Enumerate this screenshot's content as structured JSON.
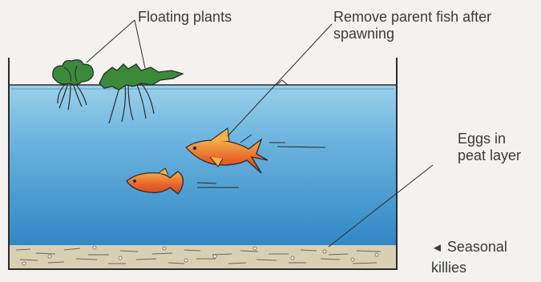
{
  "labels": {
    "floating_plants": "Floating plants",
    "remove_parent_line1": "Remove parent fish after",
    "remove_parent_line2": "spawning",
    "eggs_line1": "Eggs in",
    "eggs_line2": "peat layer",
    "caption_arrow": "◄",
    "caption_line1": "Seasonal",
    "caption_line2": "killies"
  },
  "colors": {
    "background": "#f4f2ef",
    "water_top": "#7fc0e0",
    "water_bottom": "#2f86c5",
    "peat": "#d9cfb3",
    "fish_body": "#e8632a",
    "plant_green": "#3a8a3a",
    "outline": "#2b2b2b"
  }
}
